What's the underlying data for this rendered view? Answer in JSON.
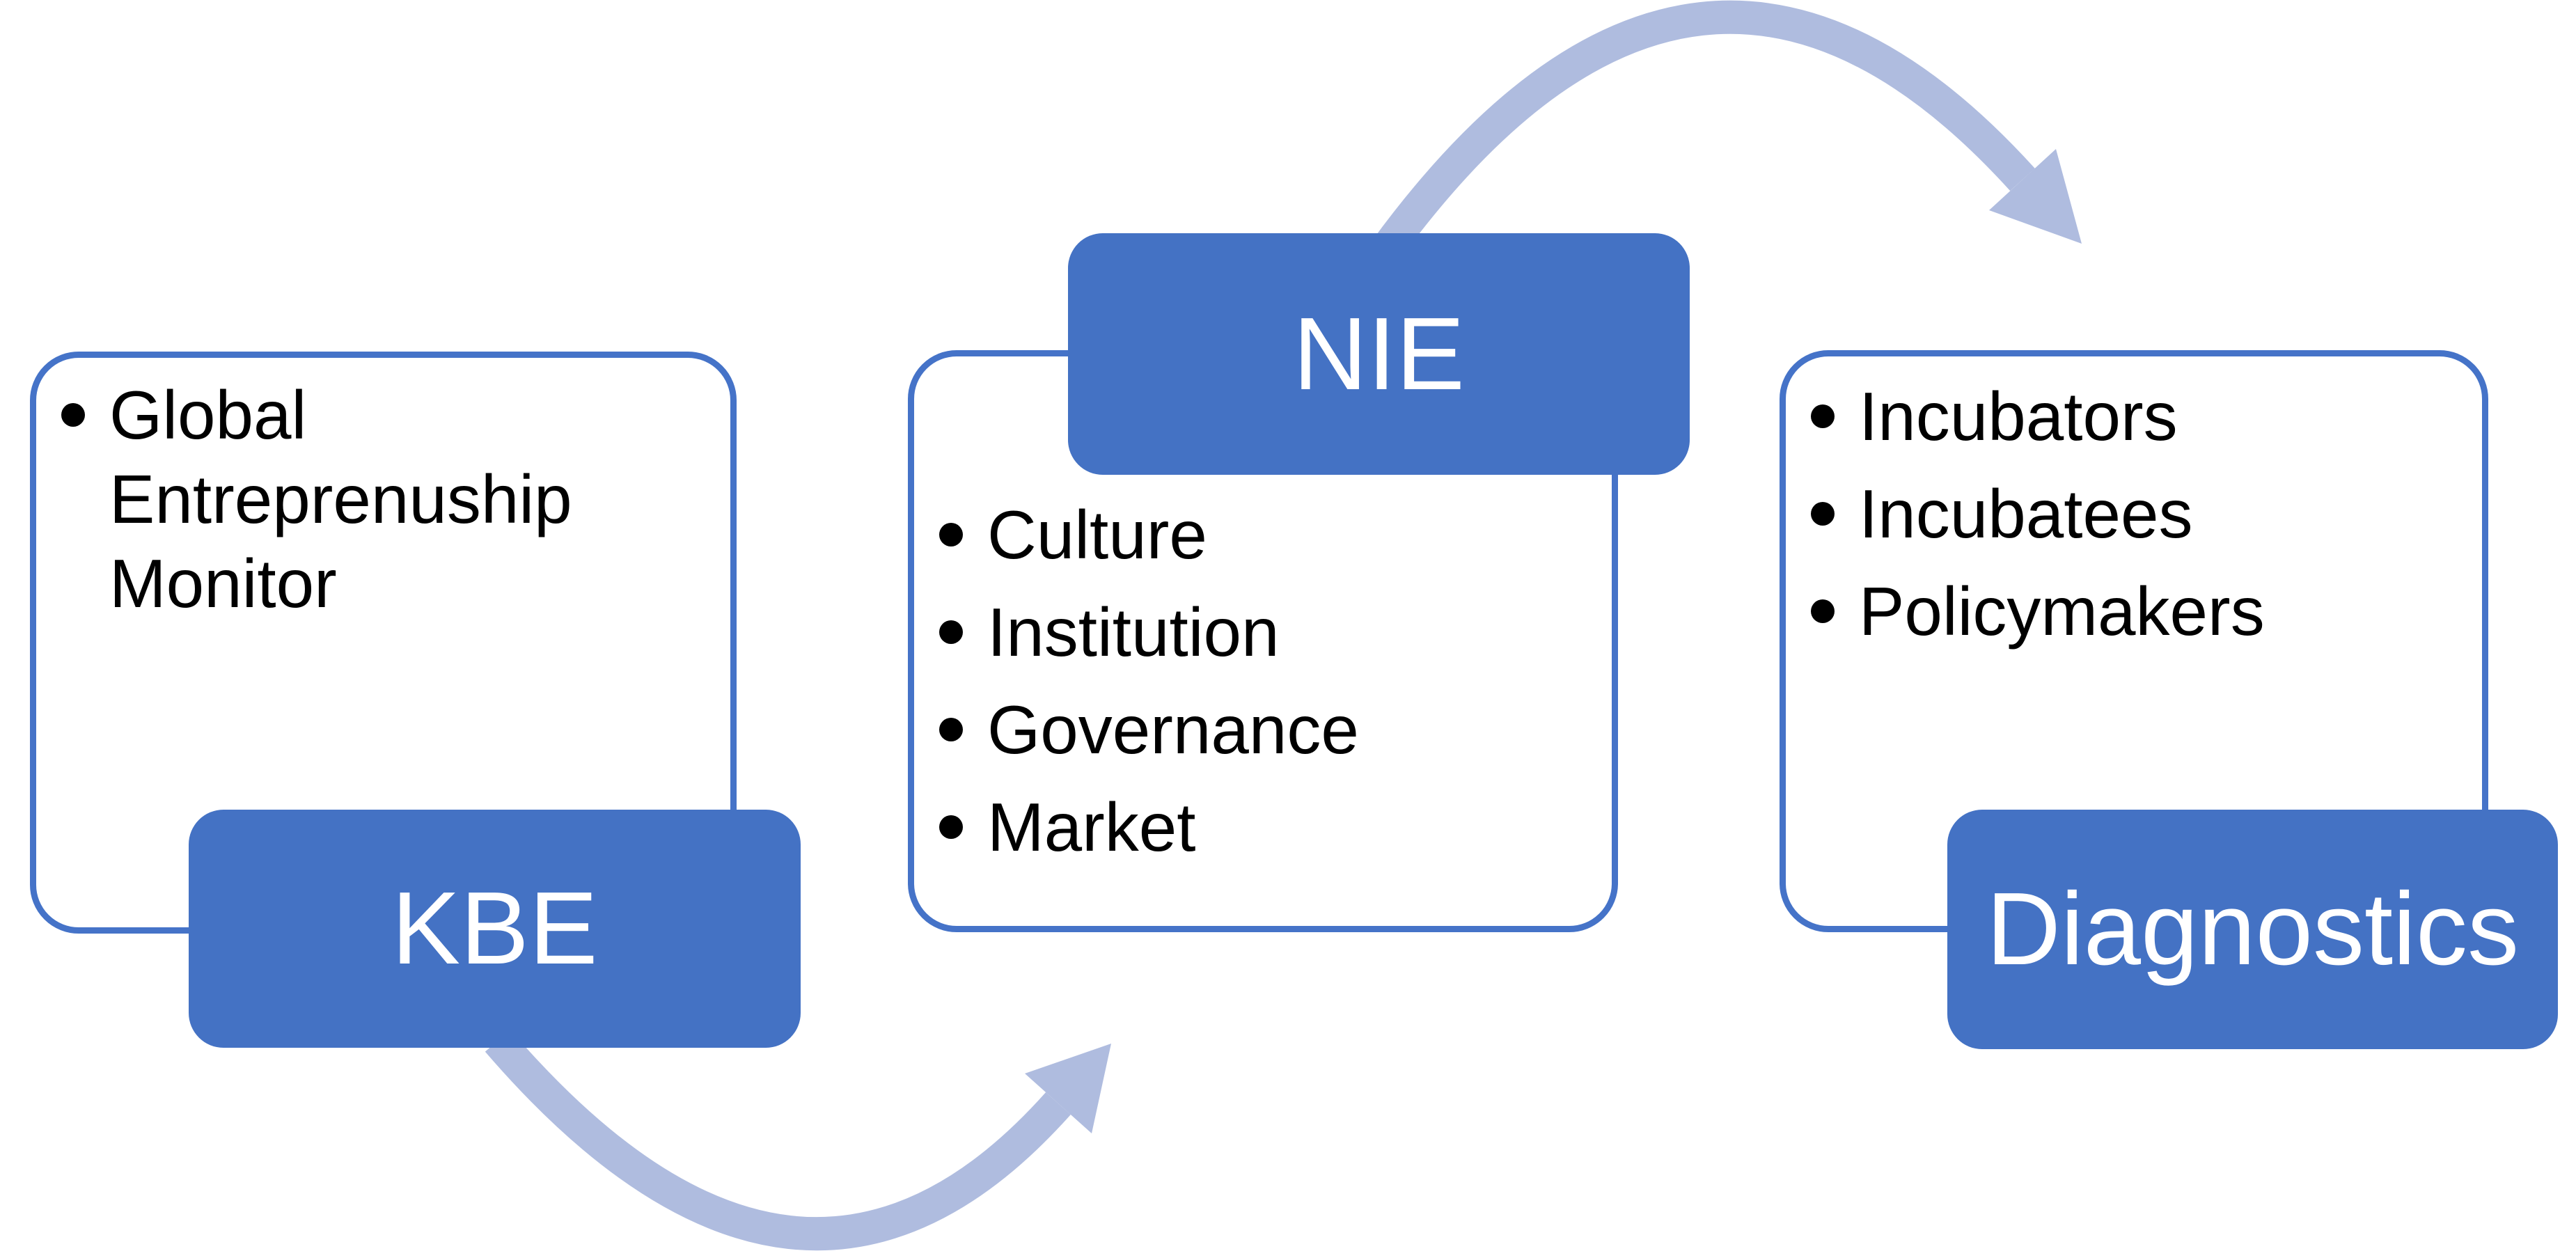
{
  "diagram": {
    "nodes": [
      {
        "id": "kbe",
        "label": "KBE",
        "label_position": "bottom",
        "bullets": [
          "Global Entreprenuship Monitor"
        ]
      },
      {
        "id": "nie",
        "label": "NIE",
        "label_position": "top",
        "bullets": [
          "Culture",
          "Institution",
          "Governance",
          "Market"
        ]
      },
      {
        "id": "diagnostics",
        "label": "Diagnostics",
        "label_position": "bottom",
        "bullets": [
          "Incubators",
          "Incubatees",
          "Policymakers"
        ]
      }
    ],
    "arrows": [
      {
        "id": "arrow-kbe-to-nie",
        "from": "KBE",
        "to": "NIE",
        "shape": "u-curve-up-right"
      },
      {
        "id": "arrow-nie-to-diagnostics",
        "from": "NIE",
        "to": "Diagnostics",
        "shape": "arch-over-right"
      }
    ],
    "colors": {
      "node_fill": "#4472C4",
      "outline_border": "#4573C8",
      "arrow": "#AFBCDF",
      "bullet_text": "#000000",
      "label_text": "#FFFFFF",
      "background": "#FFFFFF"
    }
  }
}
